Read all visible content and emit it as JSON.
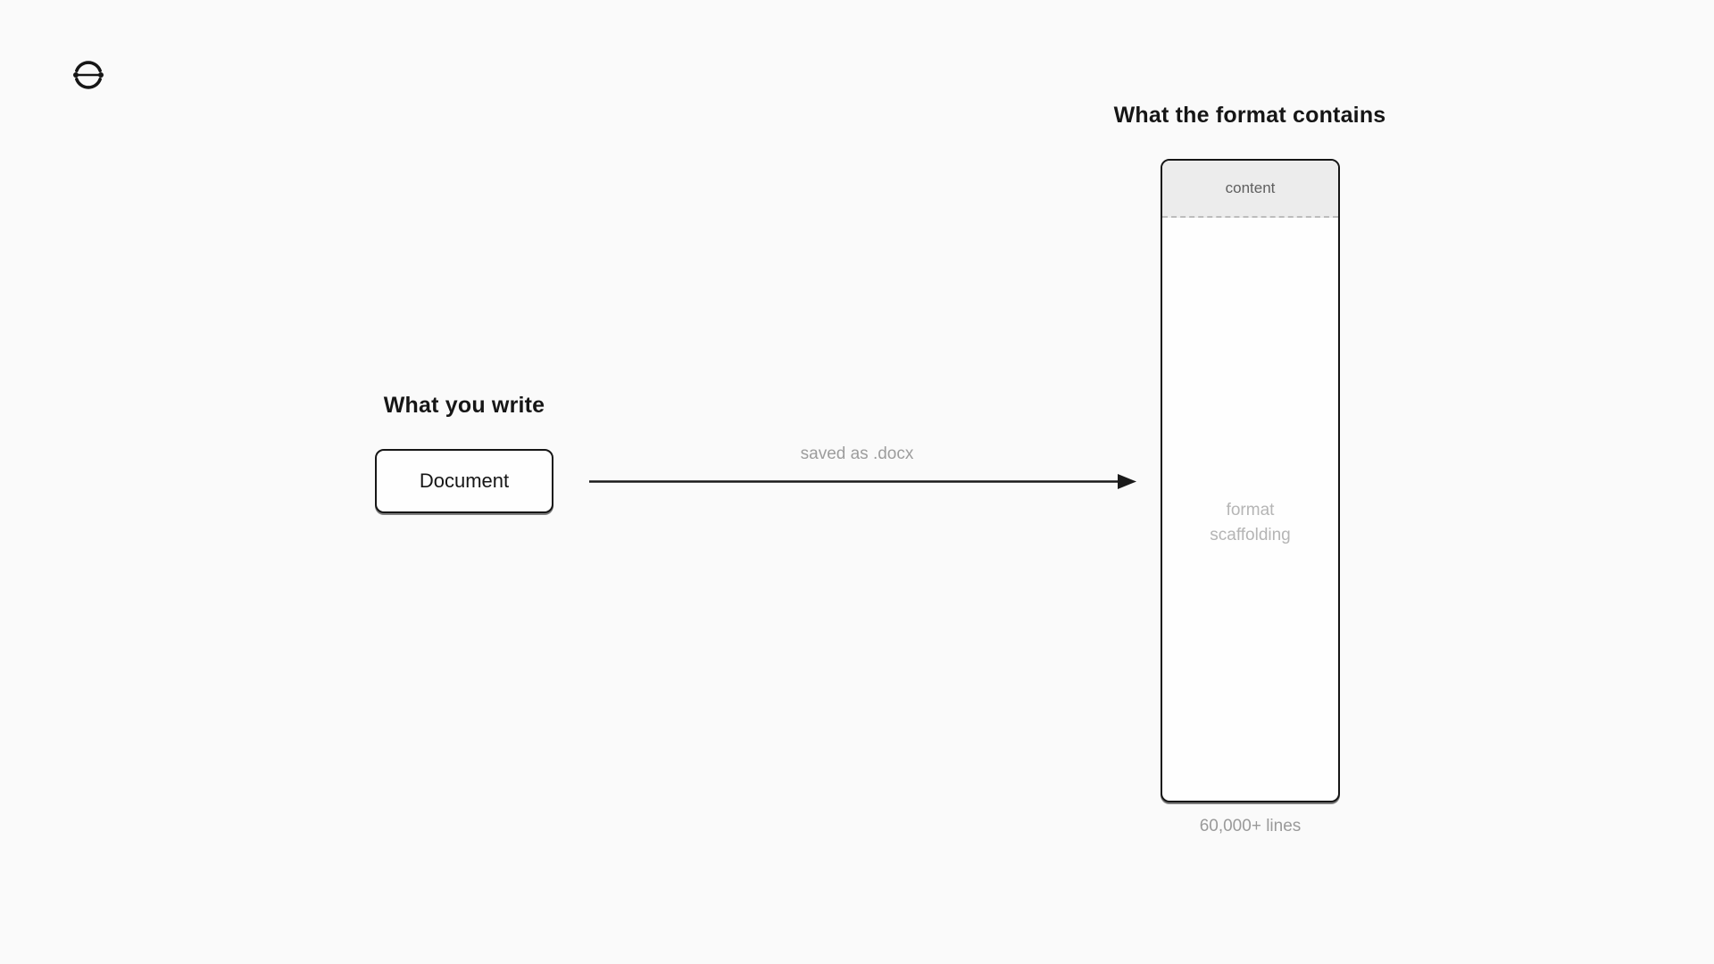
{
  "canvas": {
    "background": "#fafafa"
  },
  "logo": {
    "icon": "split-circle-logo-icon"
  },
  "left": {
    "title": "What you write",
    "node_label": "Document"
  },
  "arrow": {
    "label": "saved as .docx"
  },
  "right": {
    "title": "What the format contains",
    "column": {
      "header_label": "content",
      "body_label": "format scaffolding",
      "caption": "60,000+ lines"
    }
  },
  "colors": {
    "ink": "#161616",
    "muted_gray": "#9a9a9a",
    "faint_gray": "#b5b5b5",
    "header_fill": "#ececec",
    "dashed_divider": "#bcbcbc"
  }
}
